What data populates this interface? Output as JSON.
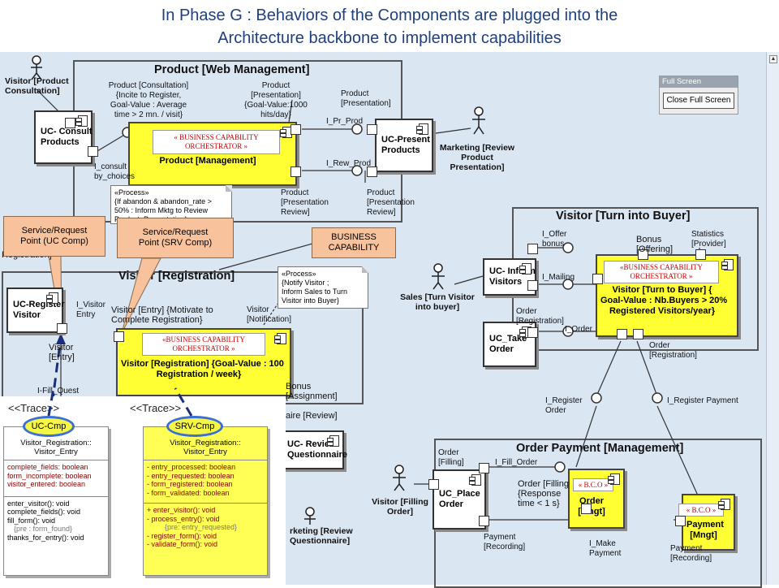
{
  "title": {
    "line1": "In Phase G : Behaviors of the Components are plugged into the",
    "line2": "Architecture backbone to implement capabilities"
  },
  "colors": {
    "title": "#1f3f7f",
    "canvas": "#dbe6f3",
    "orchestrator": "#ffff33",
    "callout": "#f8c39c",
    "trace_oval_border": "#3a6fd8",
    "stereotype_text": "#cc0000"
  },
  "full_screen": {
    "title": "Full Screen",
    "button": "Close Full Screen"
  },
  "actors": {
    "visitor_consultation": "Visitor [Product\nConsultation]",
    "marketing_review": "Marketing [Review\nProduct\nPresentation]",
    "sales": "Sales [Turn Visitor\ninto buyer]",
    "visitor_filling": "Visitor [Filling\nOrder]",
    "marketing_review2": "rketing [Review\nQuestionnaire]"
  },
  "packages": {
    "product": "Product [Web Management]",
    "visitor_registration": "Visitor [Registration]",
    "visitor_buyer": "Visitor [Turn into Buyer]",
    "order_payment": "Order Payment [Management]"
  },
  "components": {
    "uc_consult": "UC- Consult\nProducts",
    "uc_present": "UC-Present\nProducts",
    "uc_register": "UC-Register\nVisitor",
    "uc_inform": "UC- Inform\nVisitors",
    "uc_take_order": "UC_Take\nOrder",
    "uc_review_q": "UC- Review\nQuestionnaire",
    "uc_place_order": "UC_Place\nOrder"
  },
  "orchestrators": {
    "stereotype": "« BUSINESS CAPABILITY\nORCHESTRATOR »",
    "product_label": "Product [Management]",
    "buyer_stereotype": "«BUSINESS CAPABILITY\nORCHESTRATOR »",
    "buyer_label": "Visitor [Turn to Buyer] {\nGoal-Value : Nb.Buyers > 20%\nRegistered Visitors/year}",
    "registration_stereotype": "«BUSINESS CAPABILITY\nORCHESTRATOR »",
    "registration_label": "Visitor [Registration] {Goal-Value : 100\nRegistration / week}",
    "bco": "« B.C.O »",
    "order_label": "Order\n[Mngt]",
    "payment_label": "Payment\n[Mngt]"
  },
  "labels": {
    "product_consultation": "Product [Consultation]\n{Incite to Register,\nGoal-Value : Average\ntime > 2 mn. / visit}",
    "product_presentation": "Product\n[Presentation]\n{Goal-Value:1000\nhits/day}",
    "product_presentation2": "Product\n[Presentation]",
    "i_pr_prod": "I_Pr_Prod",
    "i_rew_prod": "I_Rew_Prod",
    "i_consult": "I_consult\nby_choices",
    "ppr_left": "Product\n[Presentation\nReview]",
    "ppr_right": "Product\n[Presentation\nReview]",
    "i_offer_bonus": "I_Offer\nbonus",
    "bonus_offering": "Bonus\n[Offering]",
    "statistics": "Statistics\n[Provider]",
    "i_mailing": "I_Mailing",
    "order_registration": "Order\n[Registration]",
    "i_order": "I_Order",
    "order_registration2": "Order\n[Registration]",
    "i_register_order": "I_Register\nOrder",
    "i_register_payment": "I_Register Payment",
    "registration_left": "Registration]",
    "i_visitor_entry": "I_Visitor\nEntry",
    "visitor_entry_label": "Visitor [Entry] {Motivate to\nComplete Registration}",
    "visitor_notification": "Visitor\n[Notification]",
    "visitor_entry_port": "Visitor\n[Entry]",
    "i_fill_quest": "I-Fill_Quest",
    "bonus_assignment": "Bonus\n[Assignment]",
    "aire_review": "aire [Review]",
    "order_filling": "Order\n[Filling]",
    "i_fill_order": "I_Fill_Order",
    "order_filling_resp": "Order [Filling\n{Response\ntime < 1 s}",
    "payment_recording": "Payment\n[Recording]",
    "i_make_payment": "I_Make\nPayment",
    "payment_recording2": "Payment\n[Recording]"
  },
  "notes": {
    "product_process": "«Process»\n{If abandon & abandon_rate >\n50% : Inform Mktg to Review\nProduct_Presentation}",
    "visitor_process": "«Process»\n{Notify Visitor ;\nInform Sales to Turn\nVisitor into Buyer}"
  },
  "callouts": {
    "uc_comp": "Service/Request\nPoint (UC Comp)",
    "srv_comp": "Service/Request\nPoint (SRV Comp)",
    "business_capability": "BUSINESS\nCAPABILITY"
  },
  "trace": {
    "left": "<<Trace>>",
    "right": "<<Trace>>"
  },
  "uc_class": {
    "oval": "UC-Cmp",
    "header": "Visitor_Registration::\nVisitor_Entry",
    "attributes": [
      "complete_fields: boolean",
      "form_incomplete: boolean",
      "visitor_entered: boolean"
    ],
    "operations": [
      "enter_visitor(): void",
      "complete_fields(): void",
      "fill_form(): void",
      "{pre : form_found}",
      "thanks_for_entry(): void"
    ]
  },
  "srv_class": {
    "oval": "SRV-Cmp",
    "header": "Visitor_Registration::\nVisitor_Entry",
    "attributes": [
      "-  entry_processed: boolean",
      "-  entry_requested: boolean",
      "-  form_registered: boolean",
      "-  form_validated: boolean"
    ],
    "operations": [
      "+  enter_visitor(): void",
      "-  process_entry(): void",
      "{pre: entry_requested}",
      "-  register_form(): void",
      "-  validate_form(): void"
    ]
  }
}
